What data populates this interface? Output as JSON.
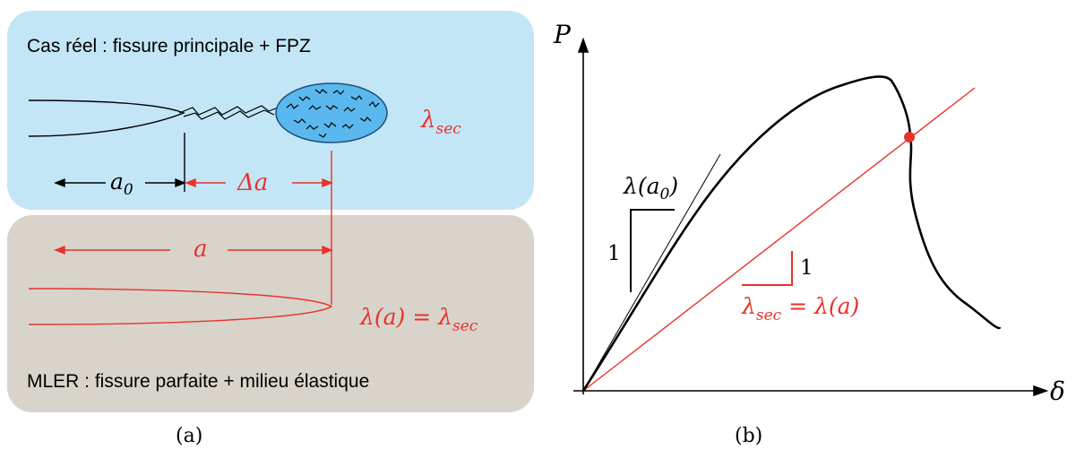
{
  "colors": {
    "top_box": "#c3e6f7",
    "bottom_box": "#d8d4cb",
    "fpz_fill": "#5bb8ee",
    "red": "#e8322a",
    "black": "#000000"
  },
  "left": {
    "top_title": "Cas réel : fissure principale + FPZ",
    "bottom_title": "MLER : fissure parfaite + milieu élastique",
    "lambda_sec": "λ",
    "lambda_sec_sub": "sec",
    "a0": "a",
    "a0_sub": "0",
    "delta_a": "Δa",
    "a": "a",
    "equation": {
      "lhs": "λ(a) = λ",
      "sub": "sec"
    },
    "caption": "(a)"
  },
  "right": {
    "axis_y": "P",
    "axis_x": "δ",
    "tangent_label": "λ(a",
    "tangent_label_sub": "0",
    "tangent_label_close": ")",
    "slope_one_left": "1",
    "slope_one_right": "1",
    "secant_label": {
      "lambda": "λ",
      "sub": "sec",
      "rest": " = λ(a)"
    },
    "caption": "(b)"
  }
}
